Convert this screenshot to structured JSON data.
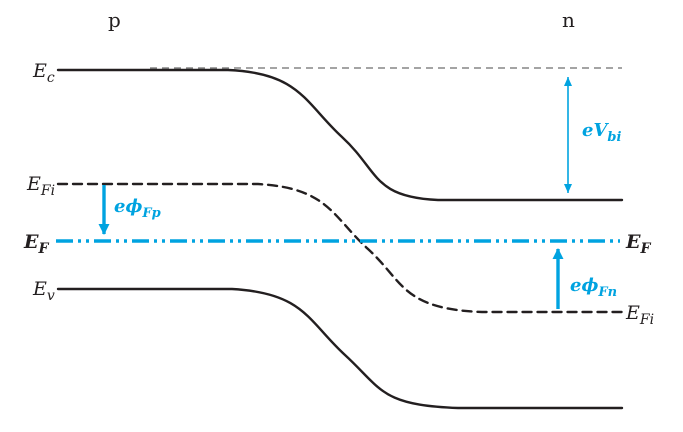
{
  "region_labels": {
    "p": "p",
    "n": "n"
  },
  "labels": {
    "ec": {
      "main": "E",
      "sub": "c"
    },
    "efi_left": {
      "main": "E",
      "sub": "Fi"
    },
    "ef_left": {
      "main": "E",
      "sub": "F"
    },
    "ev": {
      "main": "E",
      "sub": "v"
    },
    "ef_right": {
      "main": "E",
      "sub": "F"
    },
    "efi_right": {
      "main": "E",
      "sub": "Fi"
    },
    "evbi": {
      "main": "eV",
      "sub": "bi"
    },
    "ephi_fp": {
      "main": "eϕ",
      "sub": "Fp"
    },
    "ephi_fn": {
      "main": "eϕ",
      "sub": "Fn"
    }
  },
  "colors": {
    "accent": "#00A3E0",
    "line": "#231f20",
    "background": "#ffffff"
  }
}
